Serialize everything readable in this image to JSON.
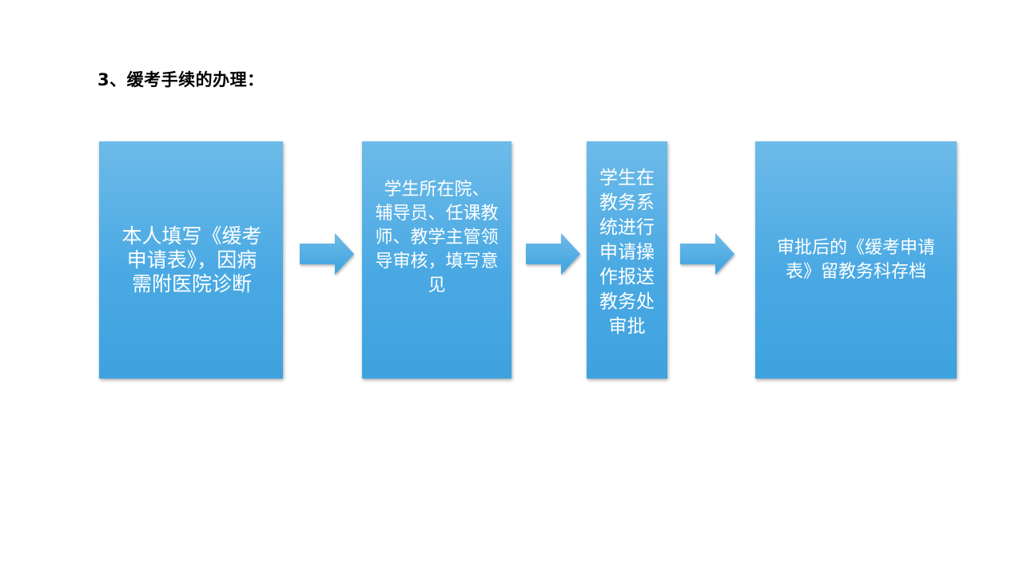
{
  "slide": {
    "title": "3、缓考手续的办理："
  },
  "flow": {
    "steps": [
      {
        "label": "本人填写《缓考\n申请表》，因病\n需附医院诊断"
      },
      {
        "label": "学生所在院、\n辅导员、任课教\n师、教学主管领\n导审核，填写意\n见"
      },
      {
        "label": "学生在\n教务系\n统进行\n申请操\n作报送\n教务处\n审批"
      },
      {
        "label": "审批后的《缓考申请\n表》留教务科存档"
      }
    ],
    "arrow_icon": "right-arrow-icon"
  },
  "colors": {
    "box_top": "#6dbbe9",
    "box_bottom": "#3ea2df",
    "arrow": "#4aace4",
    "text": "#ffffff"
  }
}
